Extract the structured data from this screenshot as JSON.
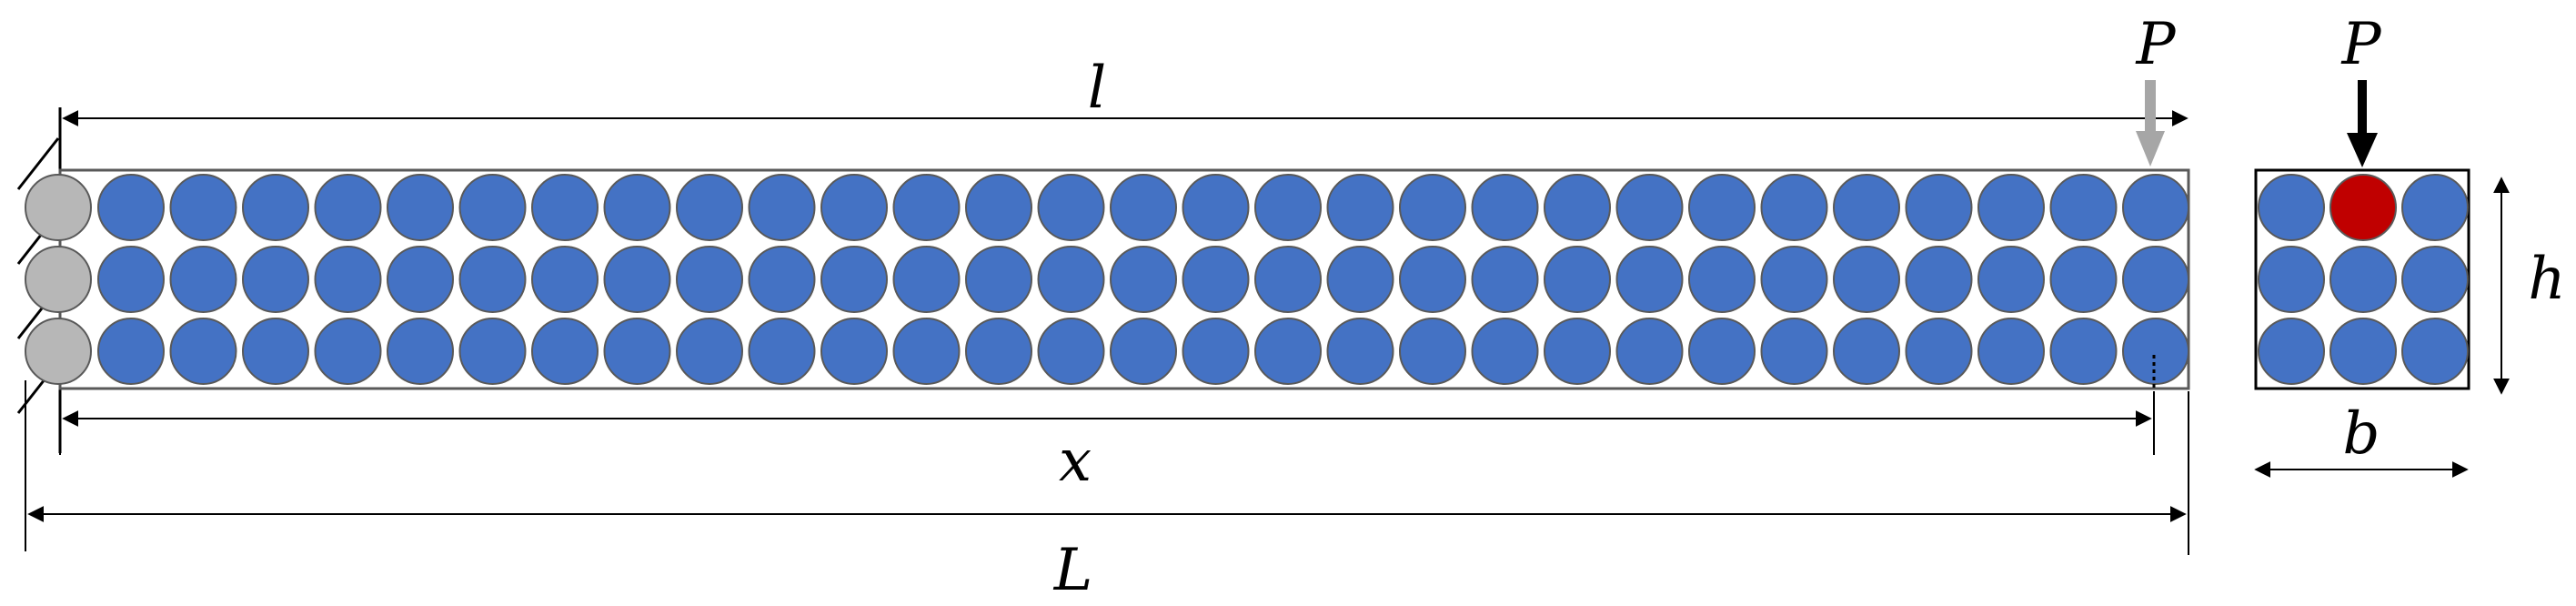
{
  "labels": {
    "span_l": "l",
    "span_x": "x",
    "span_L": "L",
    "load_side": "P",
    "load_section": "P",
    "height": "h",
    "width": "b"
  },
  "beam": {
    "rows": 3,
    "blue_columns": 29,
    "fixed_columns": 1
  },
  "section": {
    "rows": 3,
    "columns": 3,
    "loaded_row": 1,
    "loaded_column": 2
  },
  "colors": {
    "particle": "#4472c4",
    "fixed_particle": "#b7b7b7",
    "loaded_particle": "#c00000",
    "outline": "#595959",
    "load_arrow_side": "#a6a6a6",
    "load_arrow_section": "#000000",
    "dim_line": "#000000"
  }
}
